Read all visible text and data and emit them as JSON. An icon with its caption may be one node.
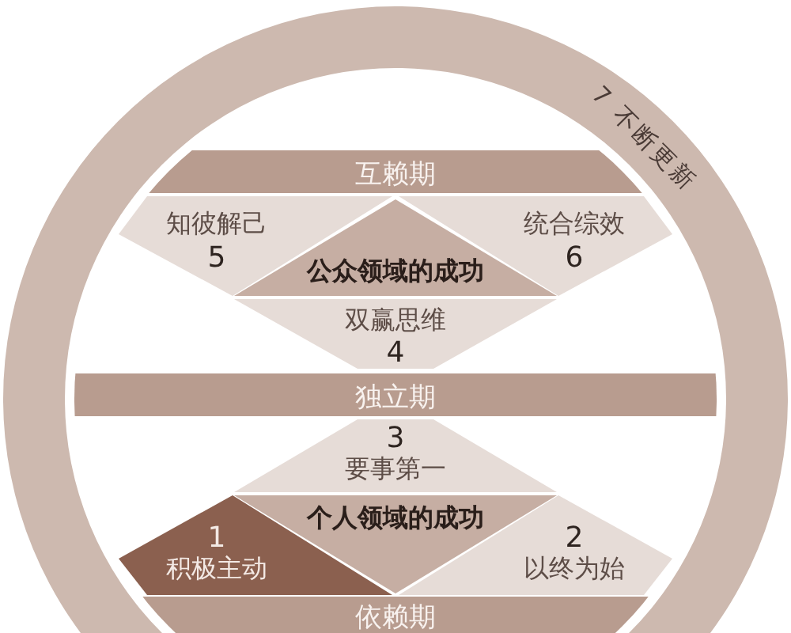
{
  "diagram": {
    "nodes": [
      {
        "text": [
          "7 不断更新"
        ]
      },
      {
        "text": [
          "互赖期"
        ],
        "in": 0
      },
      {
        "text": [
          "知彼解己",
          "5"
        ],
        "in": 0
      },
      {
        "text": [
          "统合综效",
          "6"
        ],
        "in": 0
      },
      {
        "text": [
          "公众领域的成功"
        ],
        "in": 0
      },
      {
        "text": [
          "双赢思维",
          "4"
        ],
        "in": 0
      },
      {
        "text": [
          "独立期"
        ],
        "in": 0
      },
      {
        "text": [
          "3",
          "要事第一"
        ],
        "in": 0
      },
      {
        "text": [
          "个人领域的成功"
        ],
        "in": 0
      },
      {
        "text": [
          "1",
          "积极主动"
        ],
        "in": 0
      },
      {
        "text": [
          "2",
          "以终为始"
        ],
        "in": 0
      },
      {
        "text": [
          "依赖期"
        ],
        "in": 0
      }
    ]
  }
}
